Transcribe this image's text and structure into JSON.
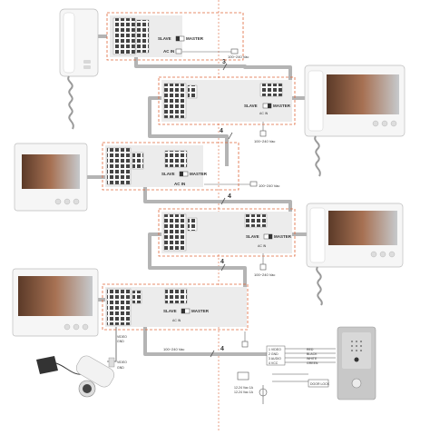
{
  "labels": {
    "slave": "SLAVE",
    "master": "MASTER",
    "ac_in": "AC IN",
    "ac_in_short": "AC IN",
    "power": "100~240 Vac",
    "cable_3": "3",
    "cable_4": "4",
    "video": "VIDEO",
    "gnd": "GND",
    "video_short": "VIDEO",
    "gnd_short": "GND",
    "wire_1_video": "1 VIDEO",
    "wire_2_gnd": "2 GND",
    "wire_3_audio": "3 AUDIO",
    "wire_4_vcc": "4 VCC",
    "color_red": "RED",
    "color_black": "BLACK",
    "color_white": "WHITE",
    "color_green": "GREEN",
    "lock_1": "12-24 Vac 1A",
    "lock_2": "12-24 Vac 1A",
    "door_lock": "DOOR LOCK"
  },
  "colors": {
    "cable": "#b4b4b4",
    "frame": "#e0673b",
    "panel": "#ececec",
    "device_white": "#f6f6f6",
    "screen_bg": "#8a5a3c",
    "outdoor_panel": "#c8c8c8"
  },
  "icons": {
    "handset": "handset-icon",
    "monitor": "monitor-icon",
    "camera": "cctv-camera-icon",
    "adapter": "power-adapter-icon",
    "door_station": "door-station-icon"
  }
}
